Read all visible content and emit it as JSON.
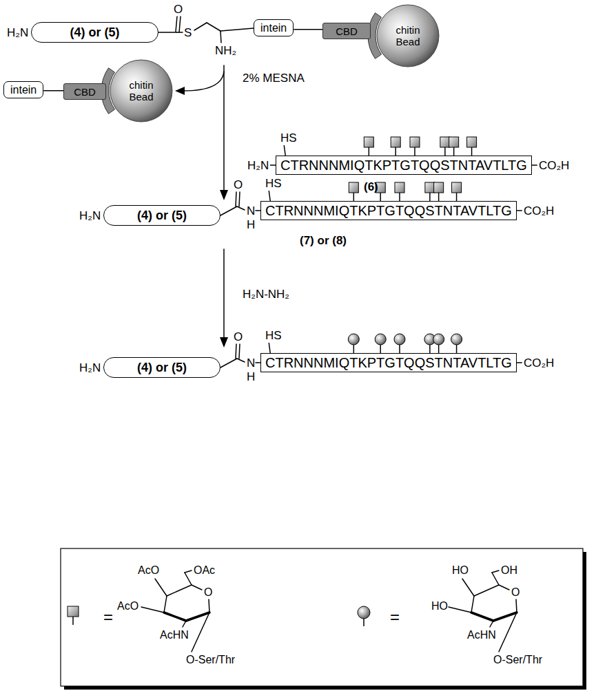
{
  "diagram": {
    "nodes": [
      {
        "text": [
          "(4) or (5)"
        ]
      },
      {
        "text": [
          "intein"
        ]
      },
      {
        "text": [
          "CBD"
        ]
      },
      {
        "text": [
          "chitin Bead"
        ]
      },
      {
        "text": [
          "intein"
        ]
      },
      {
        "text": [
          "CBD"
        ]
      },
      {
        "text": [
          "chitin Bead"
        ]
      },
      {
        "text": [
          "CTRNNNMIQTKPTGTQQSTNTAVTLTG"
        ]
      },
      {
        "text": [
          "(4) or (5)"
        ]
      },
      {
        "text": [
          "CTRNNNMIQTKPTGTQQSTNTAVTLTG"
        ]
      },
      {
        "text": [
          "(4) or (5)"
        ]
      },
      {
        "text": [
          "CTRNNNMIQTKPTGTQQSTNTAVTLTG"
        ]
      }
    ],
    "edges": [
      {
        "from": 1,
        "to": 2,
        "arrow": "none"
      },
      {
        "from": 4,
        "to": 5,
        "arrow": "none"
      }
    ],
    "labels": [
      "H₂N",
      "O",
      "S",
      "NH₂",
      "2% MESNA",
      "HS",
      "H₂N",
      "CO₂H",
      "(6)",
      "HS",
      "H₂N",
      "O",
      "N",
      "H",
      "CO₂H",
      "(7) or (8)",
      "H₂N-NH₂",
      "HS",
      "H₂N",
      "O",
      "N",
      "H",
      "CO₂H",
      "=",
      "AcO",
      "OAc",
      "AcO",
      "O",
      "AcHN",
      "O-Ser/Thr",
      "=",
      "HO",
      "OH",
      "HO",
      "O",
      "AcHN",
      "O-Ser/Thr"
    ]
  }
}
